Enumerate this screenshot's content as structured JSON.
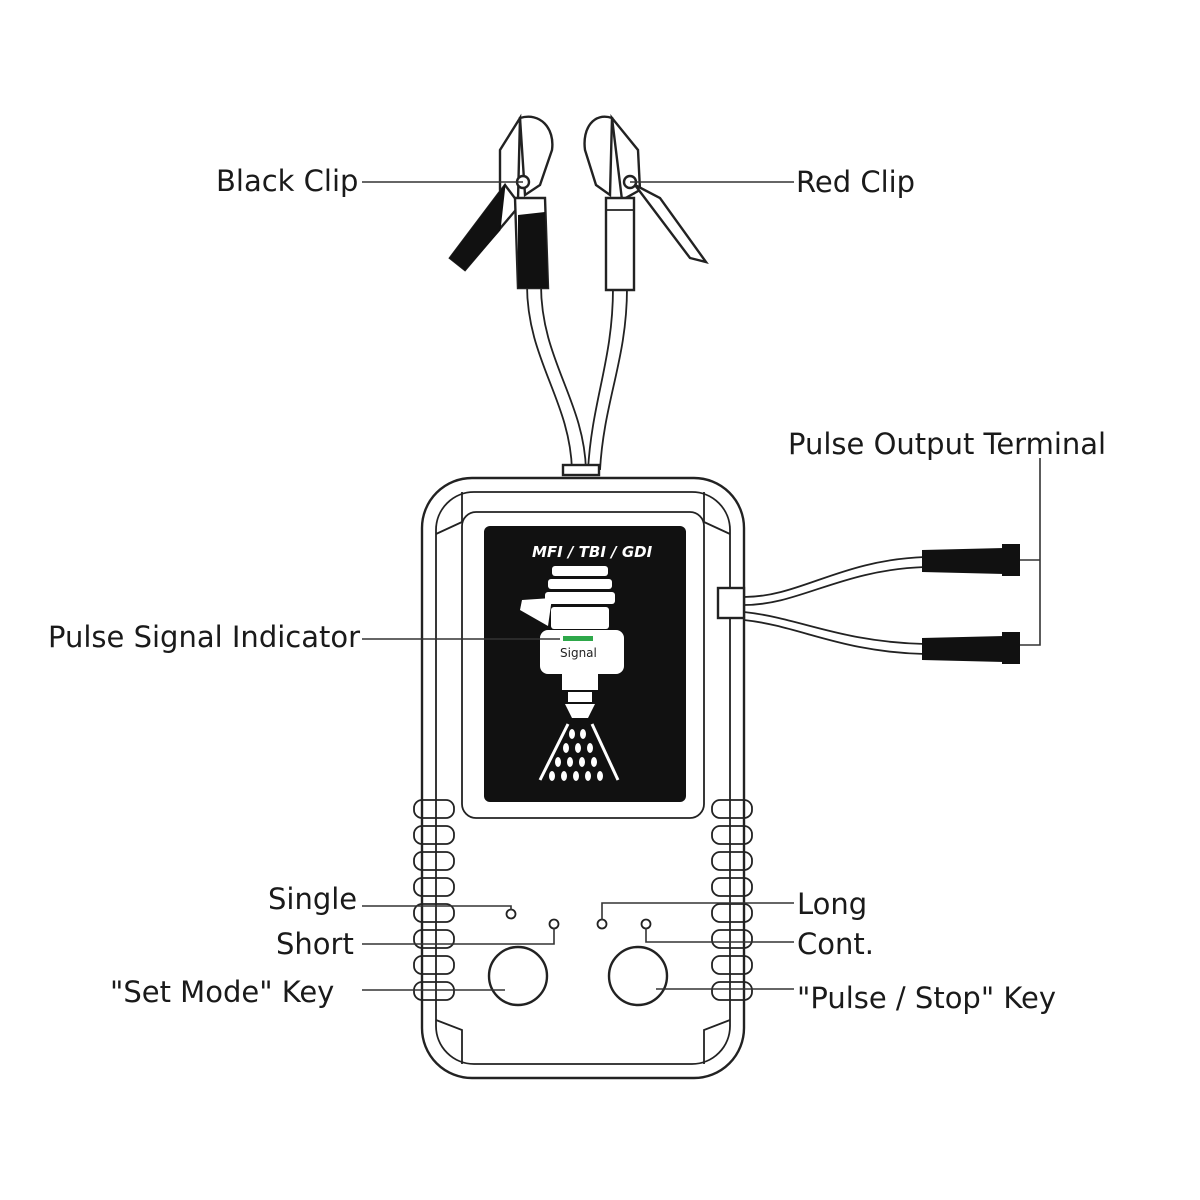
{
  "labels": {
    "black_clip": "Black Clip",
    "red_clip": "Red Clip",
    "pulse_output_terminal": "Pulse Output Terminal",
    "pulse_signal_indicator": "Pulse Signal Indicator",
    "single": "Single",
    "short": "Short",
    "set_mode_key": "\"Set Mode\" Key",
    "long": "Long",
    "cont": "Cont.",
    "pulse_stop_key": "\"Pulse / Stop\" Key"
  },
  "screen": {
    "title": "MFI / TBI / GDI",
    "signal_text": "Signal"
  },
  "colors": {
    "signal_led": "#2ea84a",
    "screen_bg": "#111111"
  }
}
